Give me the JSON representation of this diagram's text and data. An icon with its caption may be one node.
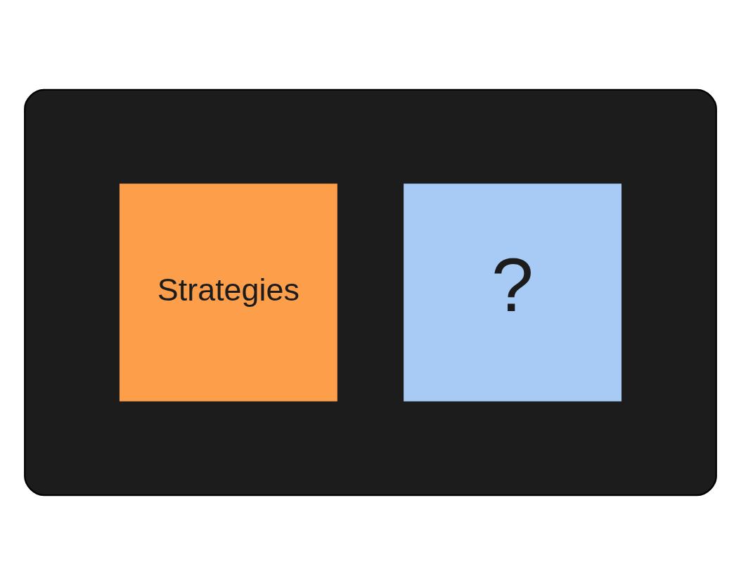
{
  "diagram": {
    "nodes": [
      {
        "text": [],
        "shape": "box"
      },
      {
        "text": [
          "?"
        ],
        "in": 0
      },
      {
        "text": [
          "Strategies"
        ],
        "in": 0
      }
    ],
    "edges": []
  }
}
